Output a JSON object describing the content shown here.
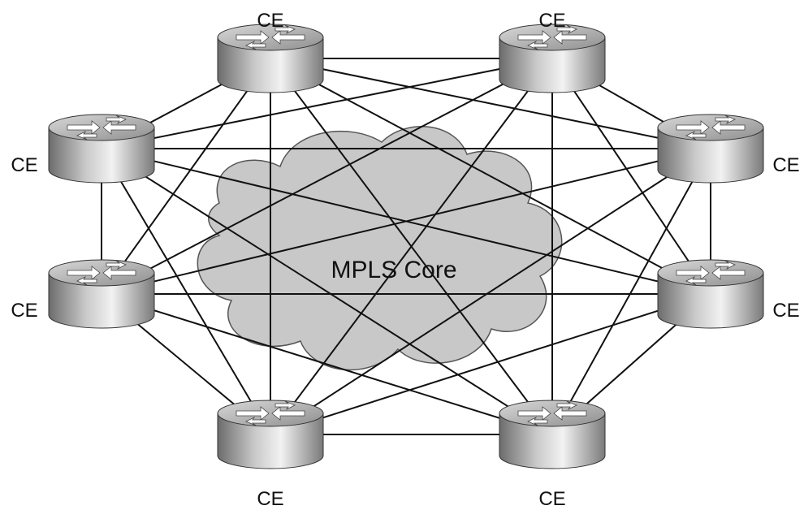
{
  "core": {
    "label": "MPLS Core",
    "fill": "#c8c8c8"
  },
  "router_label": "CE",
  "routers": [
    {
      "id": "top-left",
      "label": "CE"
    },
    {
      "id": "top-right",
      "label": "CE"
    },
    {
      "id": "right-upper",
      "label": "CE"
    },
    {
      "id": "right-lower",
      "label": "CE"
    },
    {
      "id": "bottom-right",
      "label": "CE"
    },
    {
      "id": "bottom-left",
      "label": "CE"
    },
    {
      "id": "left-lower",
      "label": "CE"
    },
    {
      "id": "left-upper",
      "label": "CE"
    }
  ],
  "topology": "full-mesh"
}
